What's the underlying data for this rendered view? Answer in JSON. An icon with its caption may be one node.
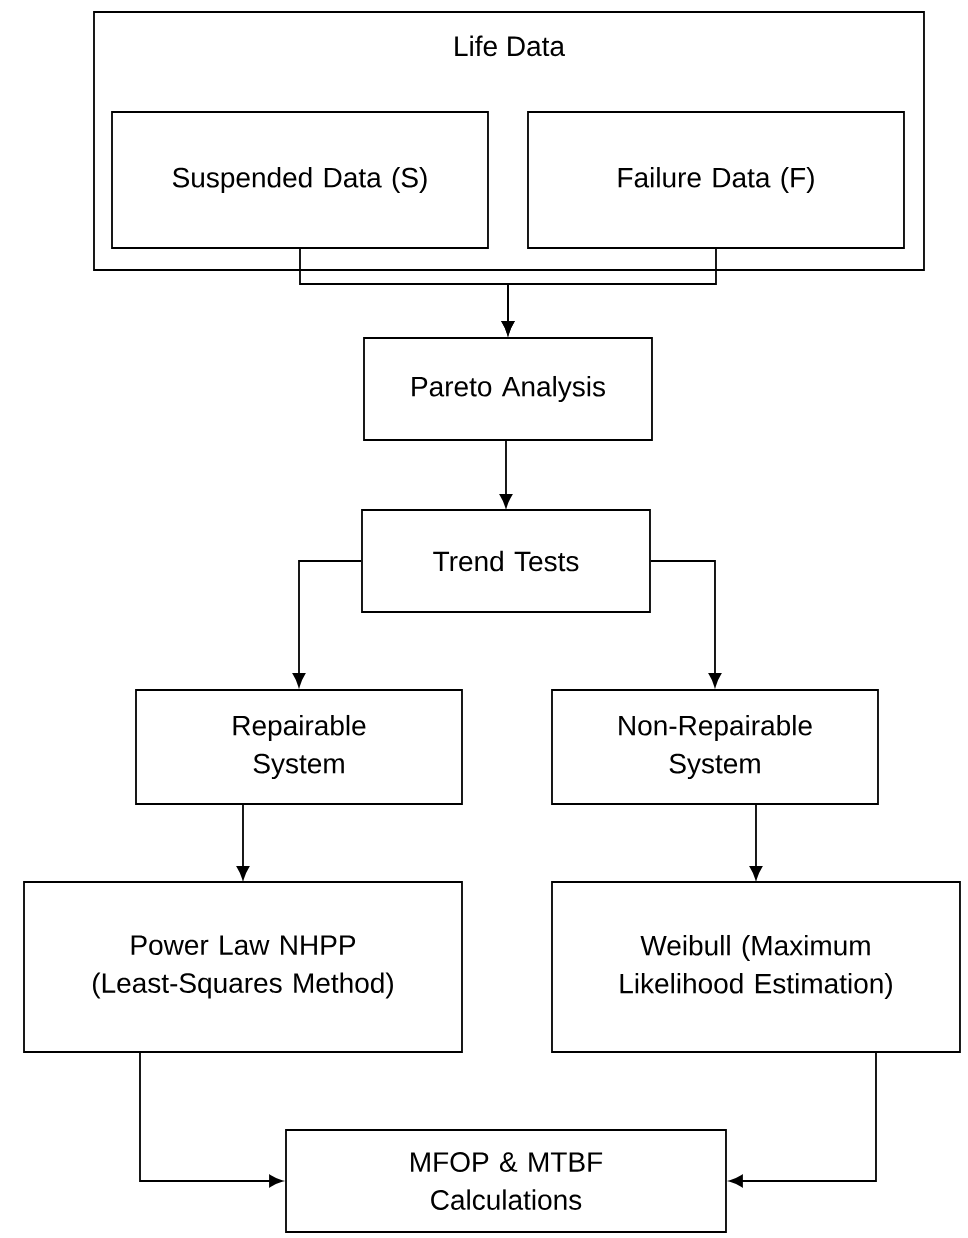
{
  "diagram": {
    "nodes": [
      {
        "text": [
          "Life Data"
        ]
      },
      {
        "text": [
          "Suspended Data (S)"
        ],
        "in": 0
      },
      {
        "text": [
          "Failure Data (F)"
        ],
        "in": 0
      },
      {
        "text": [
          "Pareto Analysis"
        ]
      },
      {
        "text": [
          "Trend Tests"
        ]
      },
      {
        "text": [
          "Repairable System"
        ]
      },
      {
        "text": [
          "Non-Repairable System"
        ]
      },
      {
        "text": [
          "Power Law NHPP (Least-Squares Method)"
        ]
      },
      {
        "text": [
          "Weibull (Maximum Likelihood Estimation)"
        ]
      },
      {
        "text": [
          "MFOP & MTBF Calculations"
        ]
      }
    ],
    "edges": [
      {
        "from": 1,
        "to": 3,
        "arrow": "to"
      },
      {
        "from": 2,
        "to": 3,
        "arrow": "to"
      },
      {
        "from": 3,
        "to": 4,
        "arrow": "to"
      },
      {
        "from": 4,
        "to": 5,
        "arrow": "to"
      },
      {
        "from": 4,
        "to": 6,
        "arrow": "to"
      },
      {
        "from": 5,
        "to": 7,
        "arrow": "to"
      },
      {
        "from": 6,
        "to": 8,
        "arrow": "to"
      },
      {
        "from": 7,
        "to": 9,
        "arrow": "to"
      },
      {
        "from": 8,
        "to": 9,
        "arrow": "to"
      }
    ]
  }
}
